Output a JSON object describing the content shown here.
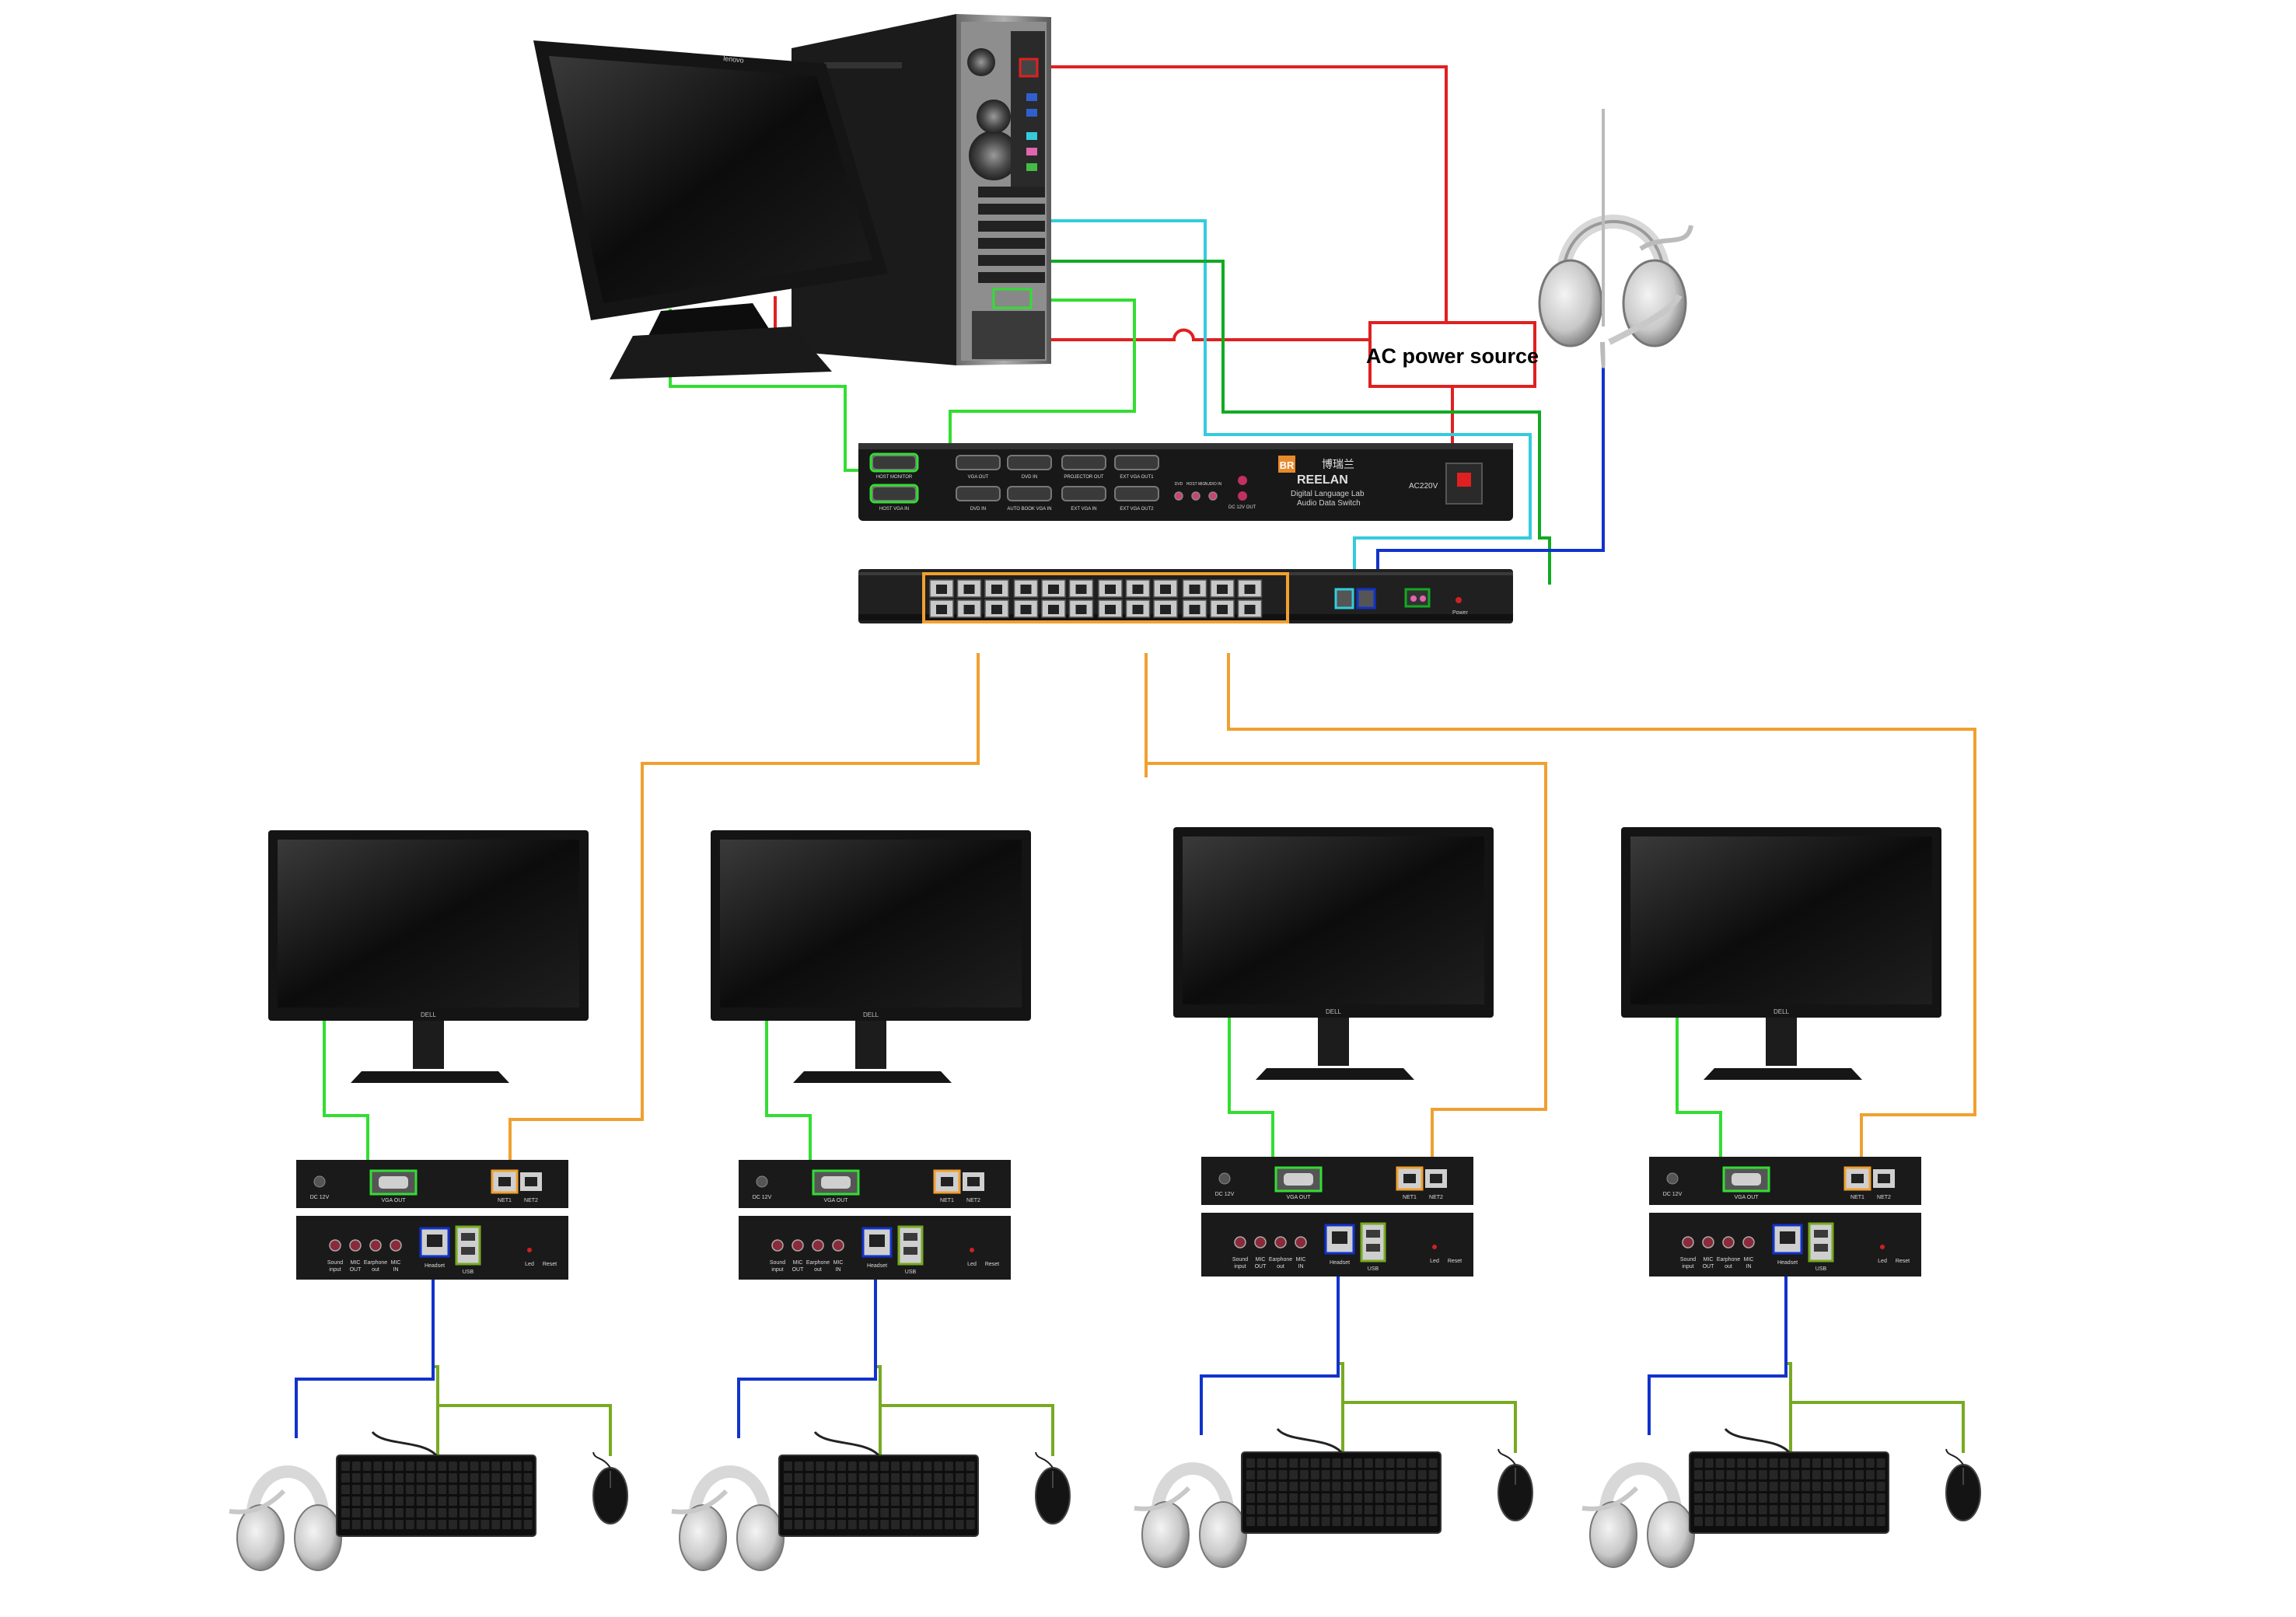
{
  "power_label": "AC power source",
  "wire_colors": {
    "power": "#e02020",
    "vga": "#33dd33",
    "cyan": "#33ccdd",
    "audio": "#11aa22",
    "network": "#f0a030",
    "headset": "#1133cc",
    "usb": "#77aa22"
  },
  "audio_switch": {
    "logo_glyph": "BR",
    "brand": "REELAN",
    "brand_cn": "博瑞兰",
    "line1": "Digital Language Lab",
    "line2": "Audio Data Switch",
    "ac_label": "AC220V",
    "top_ports": [
      "HOST MONITOR",
      "VGA OUT",
      "DVD IN",
      "PROJECTOR OUT",
      "EXT VGA OUT1"
    ],
    "bottom_ports": [
      "HOST VGA IN",
      "DVD IN",
      "AUTO BOOK VGA IN",
      "EXT VGA IN",
      "EXT VGA OUT2"
    ],
    "audio_ports": [
      "DVD",
      "HOST MIC",
      "AUDIO IN"
    ],
    "dc_label": "DC 12V OUT"
  },
  "network_switch": {
    "port_count": 24,
    "power_label": "Power"
  },
  "main_monitor": {
    "brand": "lenovo"
  },
  "student_monitor": {
    "brand": "DELL"
  },
  "terminal": {
    "top": {
      "dc": "DC 12V",
      "vga": "VGA OUT",
      "net1": "NET1",
      "net2": "NET2"
    },
    "bottom": {
      "jack_labels": [
        "Sound\ninput",
        "MIC\nOUT",
        "Earphone\nout",
        "MIC\nIN"
      ],
      "headset": "Headset",
      "usb": "USB",
      "led": "Led",
      "reset": "Reset"
    }
  },
  "stations": [
    {
      "id": "station-1"
    },
    {
      "id": "station-2"
    },
    {
      "id": "station-3"
    },
    {
      "id": "station-4"
    }
  ]
}
